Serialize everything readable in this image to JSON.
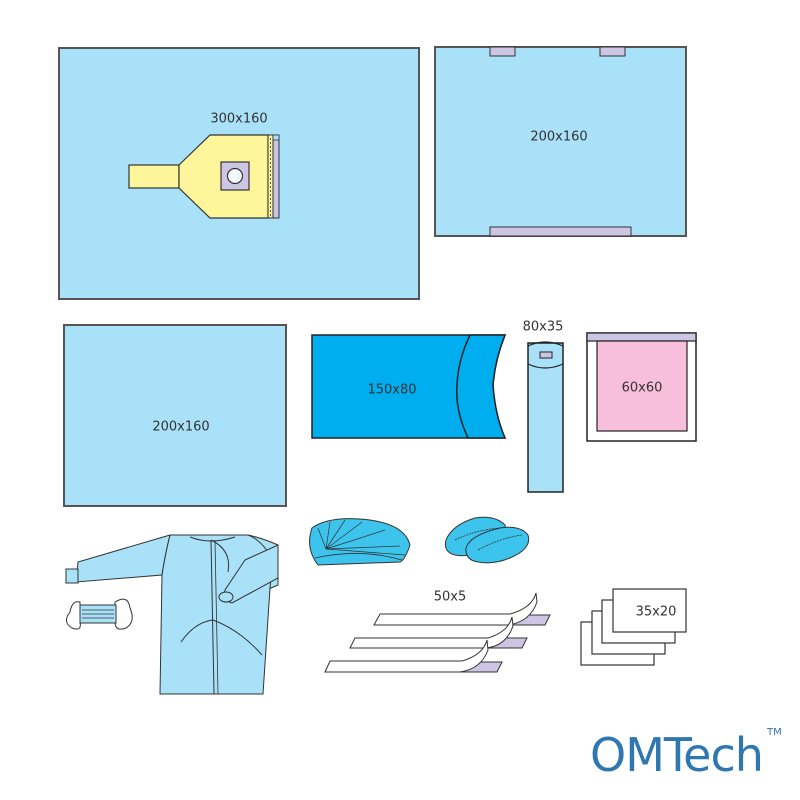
{
  "items": [
    {
      "id": "drape-large",
      "label": "300x160"
    },
    {
      "id": "drape-top-right",
      "label": "200x160"
    },
    {
      "id": "drape-mid-left",
      "label": "200x160"
    },
    {
      "id": "table-cover",
      "label": "150x80"
    },
    {
      "id": "mayo-cover",
      "label": "80x35"
    },
    {
      "id": "adhesive-drape",
      "label": "60x60"
    },
    {
      "id": "tape-strips",
      "label": "50x5"
    },
    {
      "id": "towels",
      "label": "35x20"
    }
  ],
  "unlabeled_items": [
    "surgical-gown",
    "face-mask",
    "bouffant-cap",
    "shoe-covers"
  ],
  "brand": {
    "name": "OMTech",
    "trademark": "TM"
  },
  "colors": {
    "drape_blue": "#a9e1f9",
    "table_cover_blue": "#00aeef",
    "cap_blue": "#3cc4ec",
    "fenestration_yellow": "#fff59b",
    "adhesive_lilac": "#ccc6e4",
    "pink": "#f7bfdb",
    "logo_blue": "#2f77b1"
  }
}
